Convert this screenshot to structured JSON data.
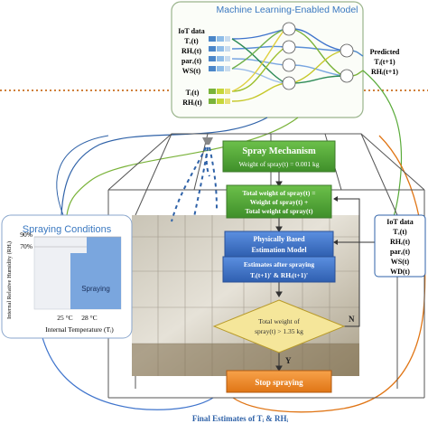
{
  "ml_panel": {
    "title": "Machine Learning-Enabled Model",
    "inputs": [
      "IoT data",
      "Tₑ(t)",
      "RHₑ(t)",
      "parₑ(t)",
      "WS(t)"
    ],
    "inputs_lower": [
      "Tᵢ(t)",
      "RHᵢ(t)"
    ],
    "outputs": [
      "Predicted",
      "Tᵢ(t+1)",
      "RHᵢ(t+1)"
    ]
  },
  "flow": {
    "spray_mechanism": "Spray Mechanism",
    "spray_weight": "Weight of spray(t) = 0.001 kg",
    "total_weight": [
      "Total weight of spray(t) =",
      "Weight of spray(t) +",
      "Total weight of spray(t)"
    ],
    "physical_model": [
      "Physically Based",
      "Estimation Model"
    ],
    "estimates_after": [
      "Estimates after spraying",
      "Tᵢ(t+1)' & RHᵢ(t+1)'"
    ],
    "decision": [
      "Total weight of",
      "spray(t) > 1.35 kg"
    ],
    "no_label": "N",
    "yes_label": "Y",
    "stop": "Stop spraying"
  },
  "iot_right": [
    "IoT data",
    "Tₑ(t)",
    "RHₑ(t)",
    "parₑ(t)",
    "WS(t)",
    "WD(t)"
  ],
  "spraying_conditions": {
    "title": "Spraying Conditions",
    "y_axis": "Internal Relative Humidity (RHᵢ)",
    "x_axis": "Internal Temperature (Tᵢ)",
    "y_ticks": [
      "90%",
      "70%"
    ],
    "x_ticks": [
      "25 °C",
      "28 °C"
    ],
    "region_label": "Spraying"
  },
  "footer": "Final Estimates of Tᵢ & RHᵢ",
  "colors": {
    "green": "#5aab3a",
    "blue": "#3f74cc",
    "yellow": "#f2e28a",
    "orange": "#f08a2a",
    "panel_border": "#9ab48c"
  }
}
